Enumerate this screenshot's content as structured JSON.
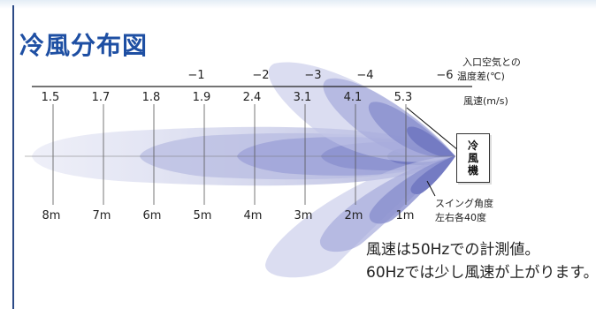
{
  "title": "冷風分布図",
  "temp_diff": {
    "label_line1": "入口空気との",
    "label_line2": "温度差(℃)",
    "values": [
      "−1",
      "−2",
      "−3",
      "−4",
      "−6"
    ]
  },
  "wind": {
    "unit_label": "風速(m/s)",
    "values": [
      "1.5",
      "1.7",
      "1.8",
      "1.9",
      "2.4",
      "3.1",
      "4.1",
      "5.3"
    ]
  },
  "distances": [
    "8m",
    "7m",
    "6m",
    "5m",
    "4m",
    "3m",
    "2m",
    "1m"
  ],
  "unit_chars": [
    "冷",
    "風",
    "機"
  ],
  "swing": {
    "line1": "スイング角度",
    "line2": "左右各40度"
  },
  "notes": [
    "風速は50Hzでの計測値。",
    "60Hzでは少し風速が上がります。"
  ],
  "colors": {
    "title": "#1e4fa3",
    "flow": "#7f86c8",
    "frame": "#2c4a86"
  }
}
